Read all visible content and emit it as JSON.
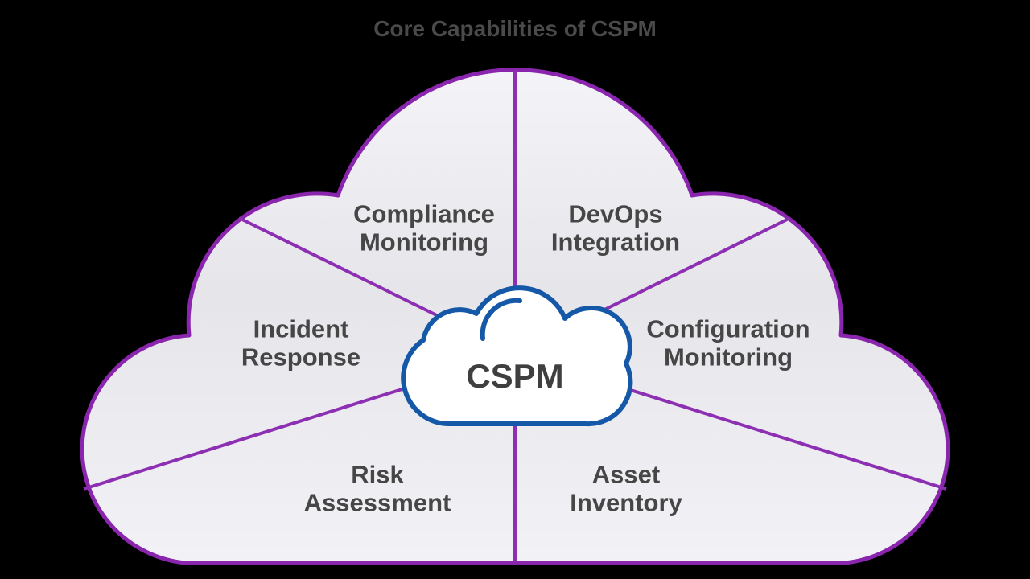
{
  "title": "Core Capabilities of CSPM",
  "diagram": {
    "type": "cloud-segment-diagram",
    "center_label": "CSPM",
    "segments": [
      {
        "id": "compliance-monitoring",
        "label": "Compliance\nMonitoring"
      },
      {
        "id": "devops-integration",
        "label": "DevOps\nIntegration"
      },
      {
        "id": "incident-response",
        "label": "Incident\nResponse"
      },
      {
        "id": "configuration-monitoring",
        "label": "Configuration\nMonitoring"
      },
      {
        "id": "risk-assessment",
        "label": "Risk\nAssessment"
      },
      {
        "id": "asset-inventory",
        "label": "Asset\nInventory"
      }
    ]
  },
  "colors": {
    "background": "#000000",
    "outline_purple": "#8A25AE",
    "divider_purple": "#8C2FB2",
    "center_cloud_blue": "#1558A8",
    "center_cloud_fill": "#FFFFFF",
    "cloud_fill_top": "#F4F4F8",
    "cloud_fill_mid": "#E6E6EA",
    "cloud_fill_bottom": "#F2F2F6",
    "label_text": "#464646",
    "title_text": "#4A4A4A",
    "center_text": "#3F3F3F"
  }
}
